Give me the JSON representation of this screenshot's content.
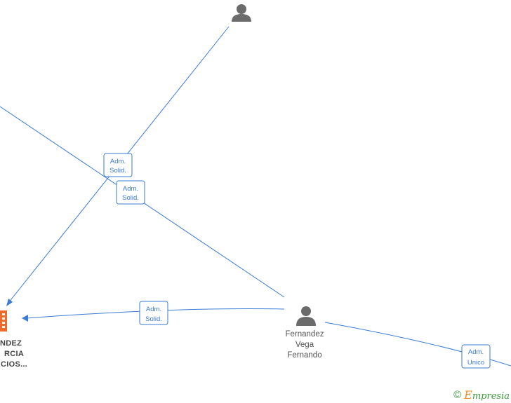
{
  "nodes": {
    "person_top": {
      "label": "",
      "icon": "person-icon"
    },
    "person_fernandez": {
      "label_lines": [
        "Fernandez",
        "Vega",
        "Fernando"
      ],
      "icon": "person-icon"
    },
    "company": {
      "label_lines": [
        "NDEZ",
        "RCIA",
        "CIOS..."
      ],
      "icon": "building-icon",
      "color": "#f06a2a"
    }
  },
  "relations": [
    {
      "line1": "Adm.",
      "line2": "Solid."
    },
    {
      "line1": "Adm.",
      "line2": "Solid."
    },
    {
      "line1": "Adm.",
      "line2": "Solid."
    },
    {
      "line1": "Adm.",
      "line2": "Unico"
    }
  ],
  "footer": {
    "copyright": "©",
    "brand_first": "E",
    "brand_rest": "mpresia"
  },
  "colors": {
    "edge": "#3a7bd5",
    "person": "#6b6b6b",
    "company": "#f06a2a",
    "brand": "#3a9a3a"
  }
}
